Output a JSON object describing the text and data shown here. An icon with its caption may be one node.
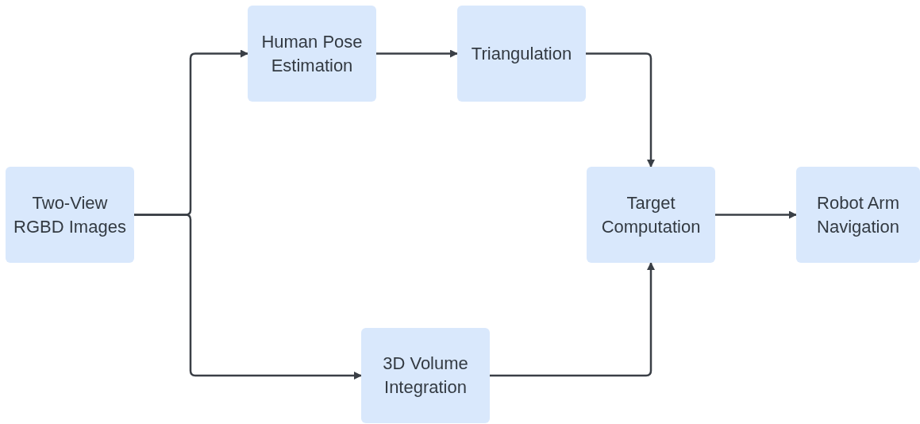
{
  "diagram": {
    "nodes": [
      {
        "text": [
          "Two-View RGBD Images"
        ]
      },
      {
        "text": [
          "Human Pose Estimation"
        ]
      },
      {
        "text": [
          "Triangulation"
        ]
      },
      {
        "text": [
          "Target Computation"
        ]
      },
      {
        "text": [
          "Robot Arm Navigation"
        ]
      },
      {
        "text": [
          "3D Volume Integration"
        ]
      }
    ],
    "edges": [
      {
        "from": 0,
        "to": 1,
        "arrow": "to"
      },
      {
        "from": 1,
        "to": 2,
        "arrow": "to"
      },
      {
        "from": 2,
        "to": 3,
        "arrow": "to"
      },
      {
        "from": 3,
        "to": 4,
        "arrow": "to"
      },
      {
        "from": 0,
        "to": 5,
        "arrow": "to"
      },
      {
        "from": 5,
        "to": 3,
        "arrow": "to"
      }
    ]
  }
}
